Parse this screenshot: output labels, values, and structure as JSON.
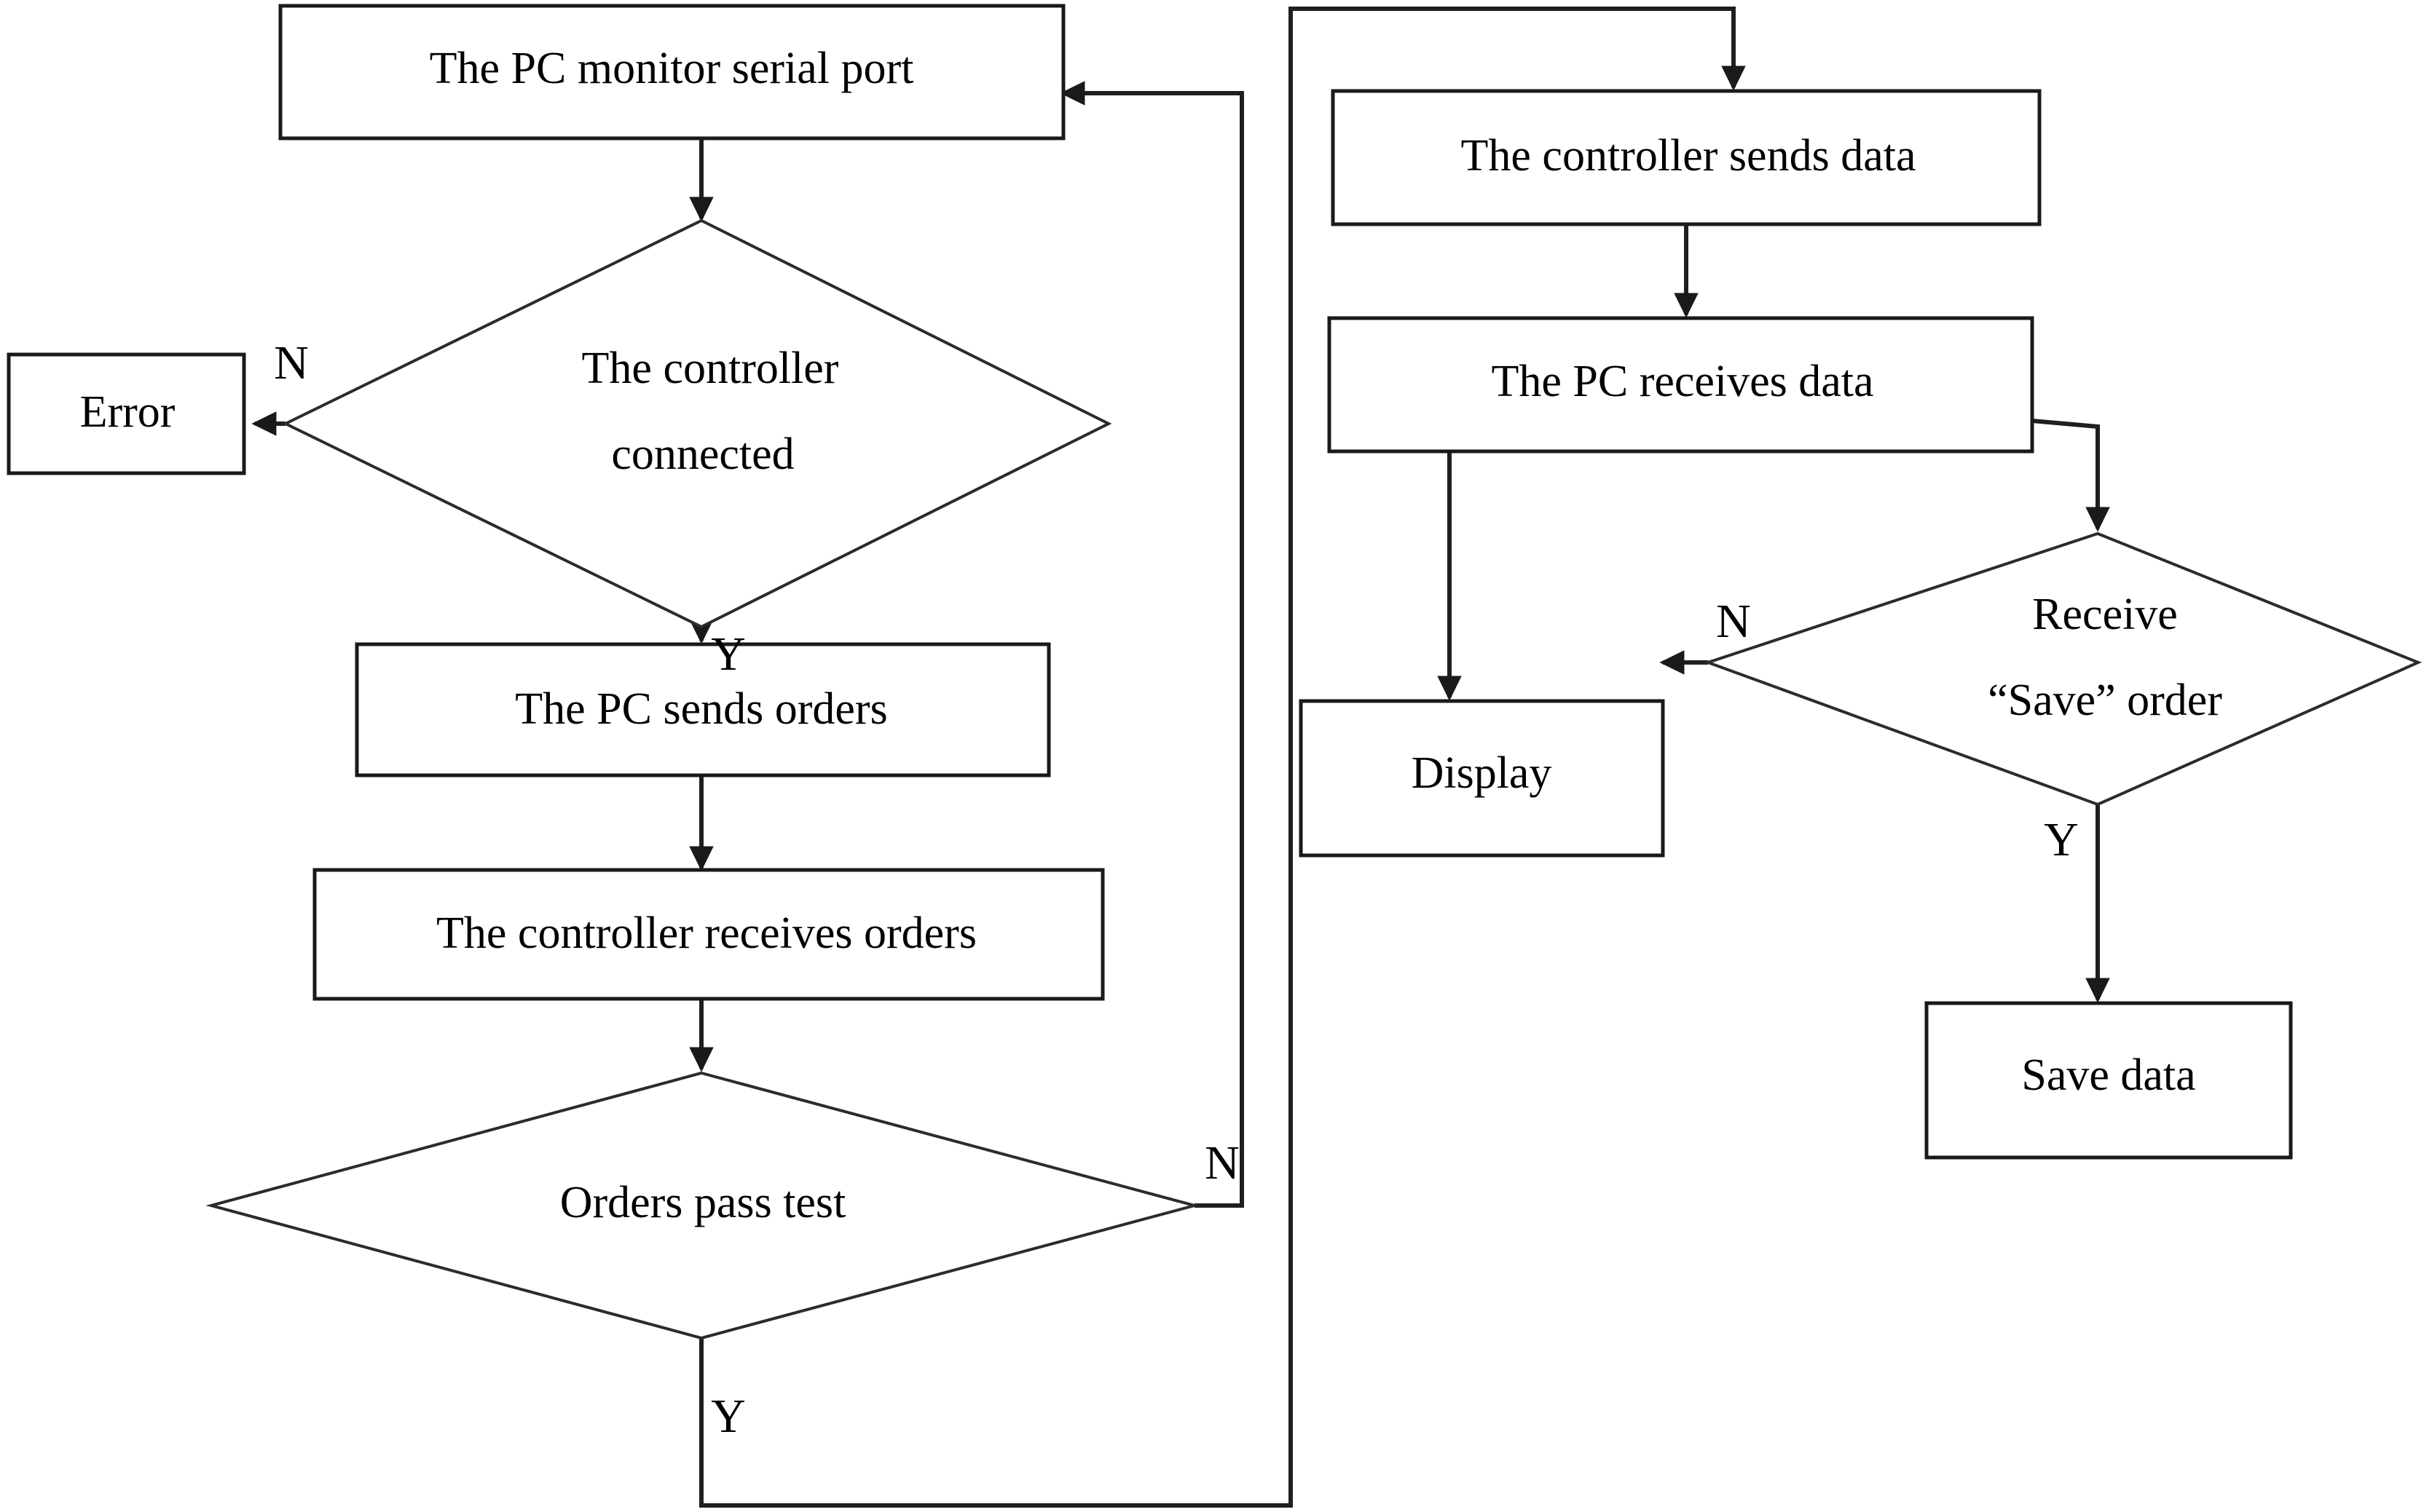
{
  "diagram": {
    "type": "flowchart",
    "title": "",
    "orientation": "two-column",
    "colors": {
      "background": "#ffffff",
      "stroke": "#1f1f1f",
      "text": "#000000",
      "node_fill": "#ffffff"
    },
    "nodes": [
      {
        "id": "monitor_port",
        "shape": "process",
        "label": "The PC monitor serial port"
      },
      {
        "id": "controller_conn",
        "shape": "decision",
        "label_line1": "The controller",
        "label_line2": "connected"
      },
      {
        "id": "error",
        "shape": "process",
        "label": "Error"
      },
      {
        "id": "pc_sends_orders",
        "shape": "process",
        "label": "The PC sends orders"
      },
      {
        "id": "ctrl_recv_orders",
        "shape": "process",
        "label": "The controller receives orders"
      },
      {
        "id": "orders_pass_test",
        "shape": "decision",
        "label": "Orders pass test"
      },
      {
        "id": "ctrl_sends_data",
        "shape": "process",
        "label": "The controller sends data"
      },
      {
        "id": "pc_receives_data",
        "shape": "process",
        "label": "The PC receives data"
      },
      {
        "id": "display",
        "shape": "process",
        "label": "Display"
      },
      {
        "id": "receive_save_order",
        "shape": "decision",
        "label_line1": "Receive",
        "label_line2": "“Save” order"
      },
      {
        "id": "save_data",
        "shape": "process",
        "label": "Save data"
      }
    ],
    "edges": [
      {
        "from": "monitor_port",
        "to": "controller_conn",
        "label": ""
      },
      {
        "from": "controller_conn",
        "to": "error",
        "label": "N"
      },
      {
        "from": "controller_conn",
        "to": "pc_sends_orders",
        "label": "Y"
      },
      {
        "from": "pc_sends_orders",
        "to": "ctrl_recv_orders",
        "label": ""
      },
      {
        "from": "ctrl_recv_orders",
        "to": "orders_pass_test",
        "label": ""
      },
      {
        "from": "orders_pass_test",
        "to": "monitor_port",
        "label": "N"
      },
      {
        "from": "orders_pass_test",
        "to": "ctrl_sends_data",
        "label": "Y"
      },
      {
        "from": "ctrl_sends_data",
        "to": "pc_receives_data",
        "label": ""
      },
      {
        "from": "pc_receives_data",
        "to": "display",
        "label": ""
      },
      {
        "from": "pc_receives_data",
        "to": "receive_save_order",
        "label": ""
      },
      {
        "from": "receive_save_order",
        "to": "display",
        "label": "N"
      },
      {
        "from": "receive_save_order",
        "to": "save_data",
        "label": "Y"
      }
    ],
    "branch_labels": {
      "controller_conn_n": "N",
      "controller_conn_y": "Y",
      "orders_pass_test_n": "N",
      "orders_pass_test_y": "Y",
      "receive_save_order_n": "N",
      "receive_save_order_y": "Y"
    }
  }
}
